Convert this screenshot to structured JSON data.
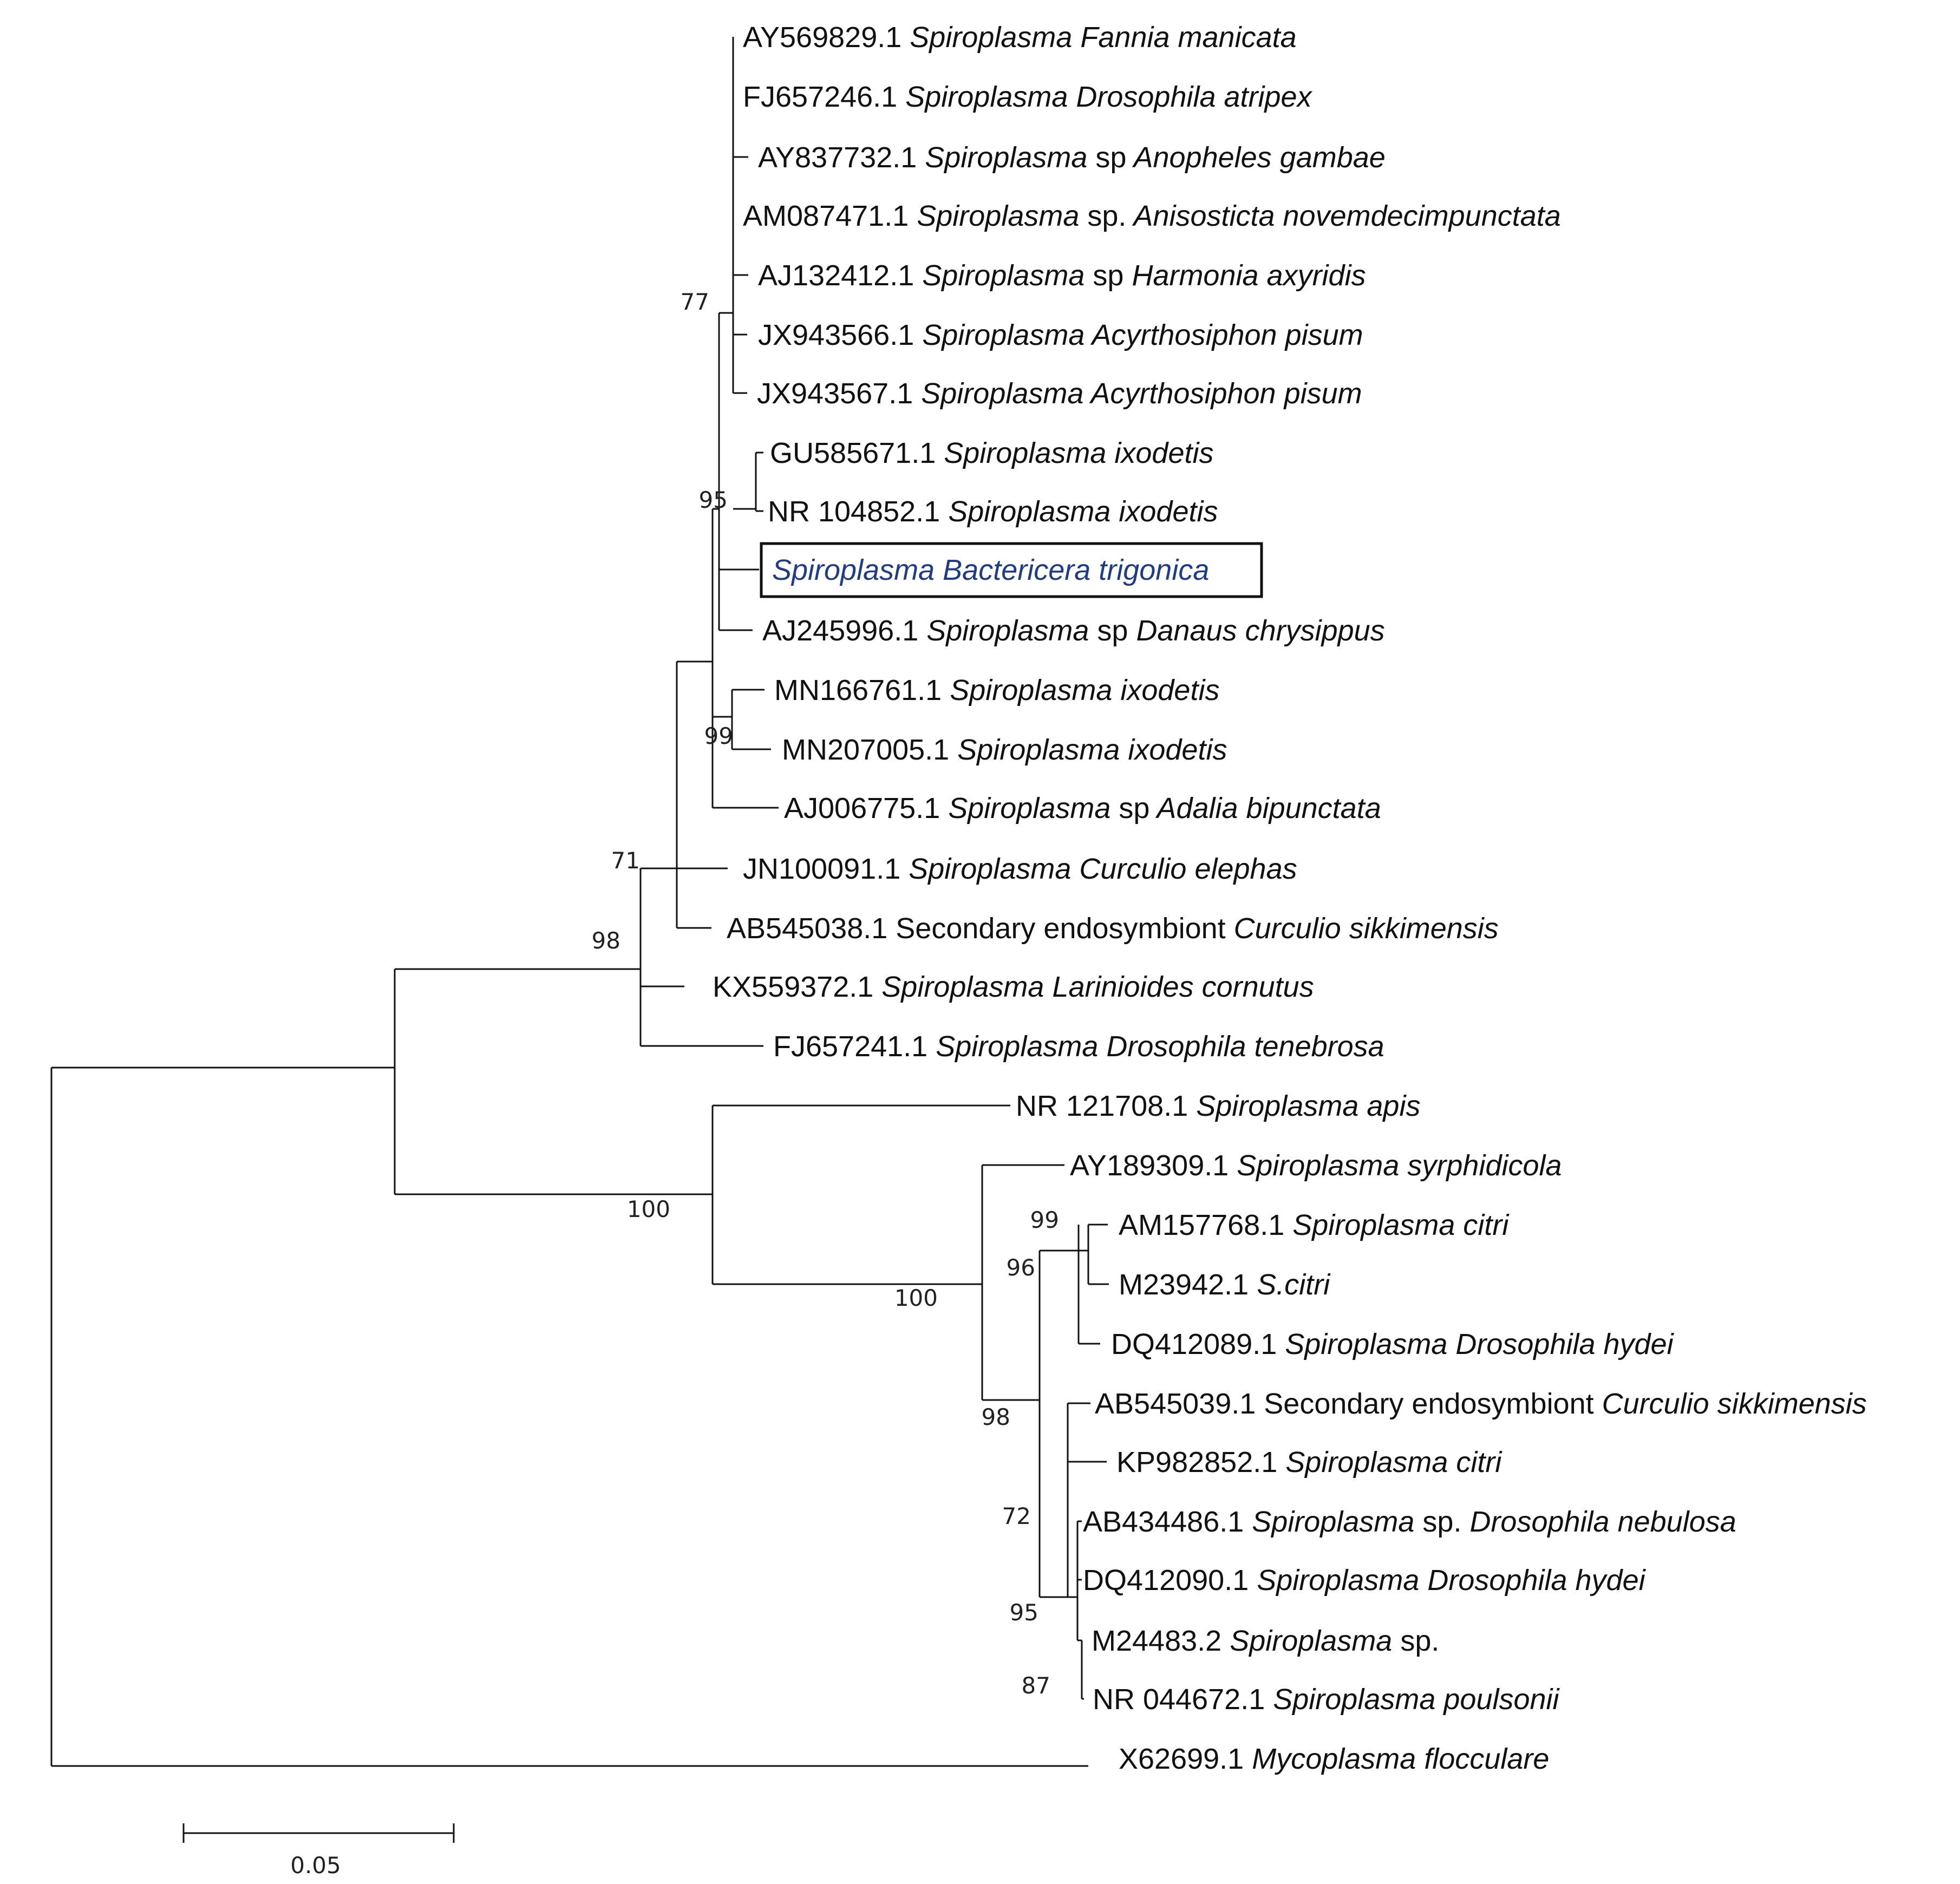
{
  "taxa": [
    {
      "accession": "AY569829.1",
      "genus": "Spiroplasma",
      "rest": "",
      "host": "Fannia manicata"
    },
    {
      "accession": "FJ657246.1",
      "genus": "Spiroplasma",
      "rest": "",
      "host": "Drosophila atripex"
    },
    {
      "accession": "AY837732.1",
      "genus": "Spiroplasma",
      "rest": "sp",
      "host": "Anopheles gambae"
    },
    {
      "accession": "AM087471.1",
      "genus": "Spiroplasma",
      "rest": "sp.",
      "host": "Anisosticta novemdecimpunctata"
    },
    {
      "accession": "AJ132412.1",
      "genus": "Spiroplasma",
      "rest": "sp",
      "host": "Harmonia axyridis"
    },
    {
      "accession": "JX943566.1",
      "genus": "Spiroplasma",
      "rest": "",
      "host": "Acyrthosiphon pisum"
    },
    {
      "accession": "JX943567.1",
      "genus": "Spiroplasma",
      "rest": "",
      "host": "Acyrthosiphon pisum"
    },
    {
      "accession": "GU585671.1",
      "genus": "Spiroplasma",
      "rest": "",
      "host": "ixodetis"
    },
    {
      "accession": "NR 104852.1",
      "genus": "Spiroplasma",
      "rest": "",
      "host": "ixodetis"
    },
    {
      "accession": "",
      "genus": "Spiroplasma",
      "rest": "",
      "host": "Bactericera trigonica",
      "highlight": true
    },
    {
      "accession": "AJ245996.1",
      "genus": "Spiroplasma",
      "rest": "sp",
      "host": "Danaus chrysippus"
    },
    {
      "accession": "MN166761.1",
      "genus": "Spiroplasma",
      "rest": "",
      "host": "ixodetis"
    },
    {
      "accession": "MN207005.1",
      "genus": "Spiroplasma",
      "rest": "",
      "host": "ixodetis"
    },
    {
      "accession": "AJ006775.1",
      "genus": "Spiroplasma",
      "rest": "sp",
      "host": "Adalia bipunctata"
    },
    {
      "accession": "JN100091.1",
      "genus": "Spiroplasma",
      "rest": "",
      "host": "Curculio elephas"
    },
    {
      "accession": "AB545038.1",
      "genus": "",
      "rest": "Secondary endosymbiont",
      "host": "Curculio sikkimensis"
    },
    {
      "accession": "KX559372.1",
      "genus": "Spiroplasma",
      "rest": "",
      "host": "Larinioides cornutus"
    },
    {
      "accession": "FJ657241.1",
      "genus": "Spiroplasma",
      "rest": "",
      "host": "Drosophila tenebrosa"
    },
    {
      "accession": "NR 121708.1",
      "genus": "Spiroplasma",
      "rest": "",
      "host": "apis"
    },
    {
      "accession": "AY189309.1",
      "genus": "Spiroplasma",
      "rest": "",
      "host": "syrphidicola"
    },
    {
      "accession": "AM157768.1",
      "genus": "Spiroplasma",
      "rest": "",
      "host": "citri"
    },
    {
      "accession": "M23942.1",
      "genus": "",
      "rest": "",
      "host": "S.citri"
    },
    {
      "accession": "DQ412089.1",
      "genus": "Spiroplasma",
      "rest": "",
      "host": "Drosophila hydei"
    },
    {
      "accession": "AB545039.1",
      "genus": "",
      "rest": "Secondary endosymbiont",
      "host": "Curculio sikkimensis"
    },
    {
      "accession": "KP982852.1",
      "genus": "Spiroplasma",
      "rest": "",
      "host": "citri"
    },
    {
      "accession": "AB434486.1",
      "genus": "Spiroplasma",
      "rest": "sp.",
      "host": "Drosophila nebulosa"
    },
    {
      "accession": "DQ412090.1",
      "genus": "Spiroplasma",
      "rest": "",
      "host": "Drosophila hydei"
    },
    {
      "accession": "M24483.2",
      "genus": "Spiroplasma",
      "rest": "sp.",
      "host": ""
    },
    {
      "accession": "NR 044672.1",
      "genus": "Spiroplasma",
      "rest": "",
      "host": "poulsonii"
    },
    {
      "accession": "X62699.1",
      "genus": "Mycoplasma",
      "rest": "",
      "host": "flocculare"
    }
  ],
  "bootstrap": [
    "77",
    "95",
    "99",
    "71",
    "98",
    "100",
    "100",
    "99",
    "96",
    "98",
    "72",
    "95",
    "87"
  ],
  "scale_bar": {
    "label": "0.05"
  }
}
